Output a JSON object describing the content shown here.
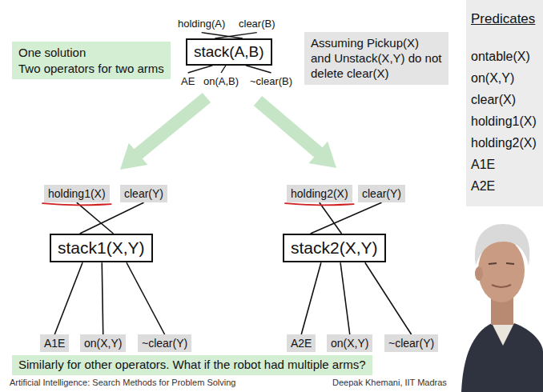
{
  "diagram": {
    "nodes": [
      {
        "text": [
          "stack(A,B)"
        ]
      },
      {
        "text": [
          "One solution",
          "Two operators for two arms"
        ]
      },
      {
        "text": [
          "Assuming Pickup(X) and Unstack(X,Y) do not delete clear(X)"
        ]
      },
      {
        "text": [
          "Predicates",
          "ontable(X)",
          "on(X,Y)",
          "clear(X)",
          "holding1(X)",
          "holding2(X)",
          "A1E",
          "A2E"
        ]
      },
      {
        "text": [
          "holding1(X)"
        ]
      },
      {
        "text": [
          "clear(Y)"
        ]
      },
      {
        "text": [
          "holding2(X)"
        ]
      },
      {
        "text": [
          "clear(Y)"
        ]
      },
      {
        "text": [
          "stack1(X,Y)"
        ]
      },
      {
        "text": [
          "stack2(X,Y)"
        ]
      },
      {
        "text": [
          "A1E"
        ]
      },
      {
        "text": [
          "on(X,Y)"
        ]
      },
      {
        "text": [
          "~clear(Y)"
        ]
      },
      {
        "text": [
          "A2E"
        ]
      },
      {
        "text": [
          "on(X,Y)"
        ]
      },
      {
        "text": [
          "~clear(Y)"
        ]
      },
      {
        "text": [
          "Similarly for other operators. What if the robot had multiple arms?"
        ]
      }
    ],
    "edges": [
      {
        "from": 4,
        "to": 8,
        "arrow": "none"
      },
      {
        "from": 5,
        "to": 8,
        "arrow": "none"
      },
      {
        "from": 8,
        "to": 10,
        "arrow": "none"
      },
      {
        "from": 8,
        "to": 11,
        "arrow": "none"
      },
      {
        "from": 8,
        "to": 12,
        "arrow": "none"
      },
      {
        "from": 6,
        "to": 9,
        "arrow": "none"
      },
      {
        "from": 7,
        "to": 9,
        "arrow": "none"
      },
      {
        "from": 9,
        "to": 13,
        "arrow": "none"
      },
      {
        "from": 9,
        "to": 14,
        "arrow": "none"
      },
      {
        "from": 9,
        "to": 15,
        "arrow": "none"
      }
    ],
    "labels": [
      "holding(A)",
      "clear(B)",
      "AE",
      "on(A,B)",
      "~clear(B)",
      "Artificial Intelligence: Search Methods for Problem Solving",
      "Deepak Khemani, IIT Madras"
    ]
  }
}
